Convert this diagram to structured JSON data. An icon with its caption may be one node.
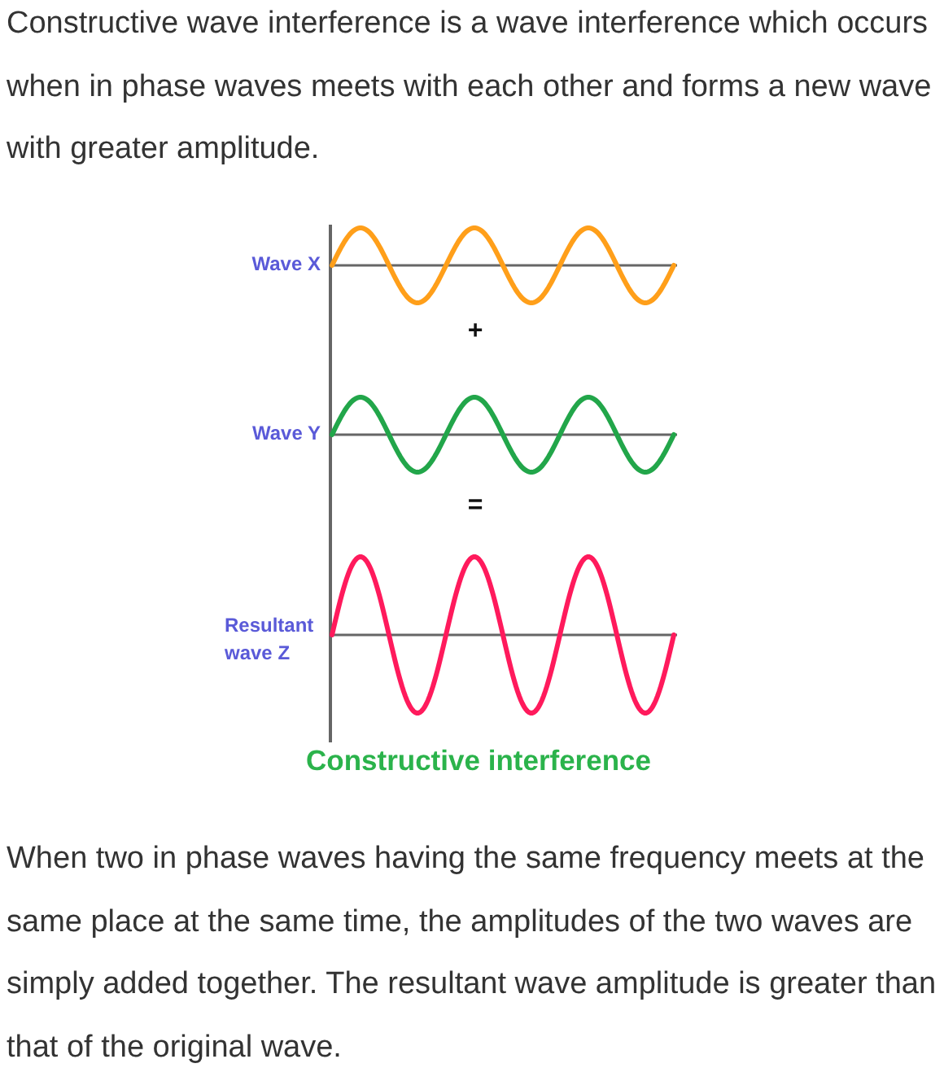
{
  "diagram": {
    "caption": "Constructive interference",
    "labels": [
      "Constructive wave interference is a wave interference which occurs when in phase waves meets with each other and forms a new wave with greater amplitude.",
      "Wave X",
      "+",
      "Wave Y",
      "=",
      "Resultant wave Z",
      "When two in phase waves having the same frequency meets at the same place at the same time, the amplitudes of the two waves are simply added together. The resultant wave amplitude is greater than that of the original wave."
    ]
  }
}
